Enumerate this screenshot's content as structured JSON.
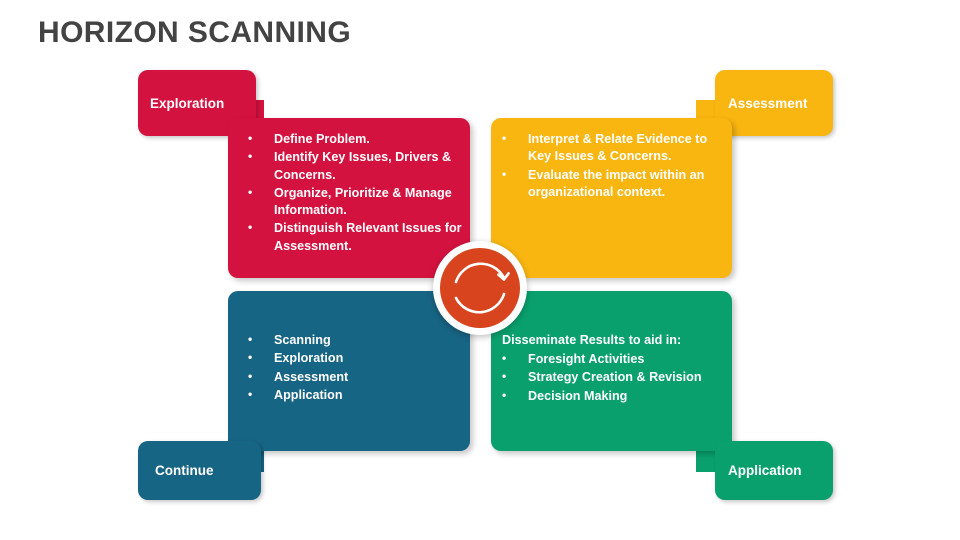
{
  "page": {
    "title": "HORIZON SCANNING",
    "background": "#FFFFFF",
    "title_color": "#434343"
  },
  "center": {
    "icon": "cycle-arrows-icon",
    "disc_color": "#D8441D",
    "arrow_color": "#FFFFFF"
  },
  "quadrants": [
    {
      "id": "exploration",
      "label": "Exploration",
      "color": "#D4123F",
      "tab_position": "top-left",
      "head": "",
      "items": [
        "Define Problem.",
        "Identify Key Issues, Drivers & Concerns.",
        "Organize, Prioritize & Manage Information.",
        "Distinguish Relevant Issues for Assessment."
      ]
    },
    {
      "id": "assessment",
      "label": "Assessment",
      "color": "#F9B611",
      "tab_position": "top-right",
      "head": "",
      "items": [
        "Interpret & Relate Evidence to Key Issues & Concerns.",
        "Evaluate the impact within an organizational context."
      ]
    },
    {
      "id": "continue",
      "label": "Continue",
      "color": "#176584",
      "tab_position": "bottom-left",
      "head": "",
      "items": [
        "Scanning",
        "Exploration",
        "Assessment",
        "Application"
      ]
    },
    {
      "id": "application",
      "label": "Application",
      "color": "#0AA06E",
      "tab_position": "bottom-right",
      "head": "Disseminate Results to aid in:",
      "items": [
        "Foresight Activities",
        "Strategy Creation & Revision",
        "Decision Making"
      ]
    }
  ]
}
